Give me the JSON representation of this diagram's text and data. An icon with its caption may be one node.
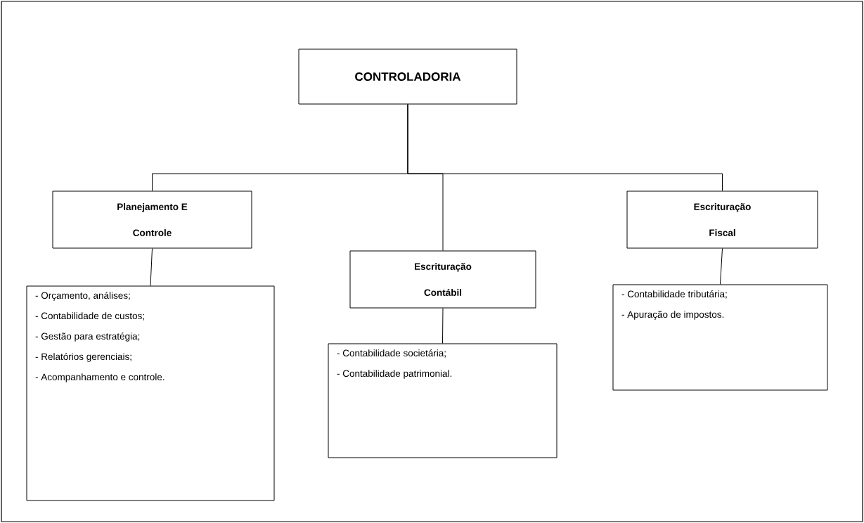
{
  "diagram": {
    "nodes": [
      {
        "text": [
          "CONTROLADORIA"
        ]
      },
      {
        "text": [
          "Planejamento E Controle"
        ]
      },
      {
        "text": [
          "- Orçamento, análises;",
          "- Contabilidade de custos;",
          "- Gestão para estratégia;",
          "- Relatórios gerenciais;",
          "- Acompanhamento e controle."
        ]
      },
      {
        "text": [
          "Escrituração Contábil"
        ]
      },
      {
        "text": [
          "- Contabilidade societária;",
          "- Contabilidade patrimonial."
        ]
      },
      {
        "text": [
          "Escrituração Fiscal"
        ]
      },
      {
        "text": [
          "- Contabilidade tributária;",
          "- Apuração de impostos."
        ]
      }
    ],
    "edges": [
      {
        "from": 0,
        "to": 1,
        "arrow": "none"
      },
      {
        "from": 0,
        "to": 3,
        "arrow": "none"
      },
      {
        "from": 0,
        "to": 5,
        "arrow": "none"
      },
      {
        "from": 1,
        "to": 2,
        "arrow": "none"
      },
      {
        "from": 3,
        "to": 4,
        "arrow": "none"
      },
      {
        "from": 5,
        "to": 6,
        "arrow": "none"
      }
    ]
  }
}
